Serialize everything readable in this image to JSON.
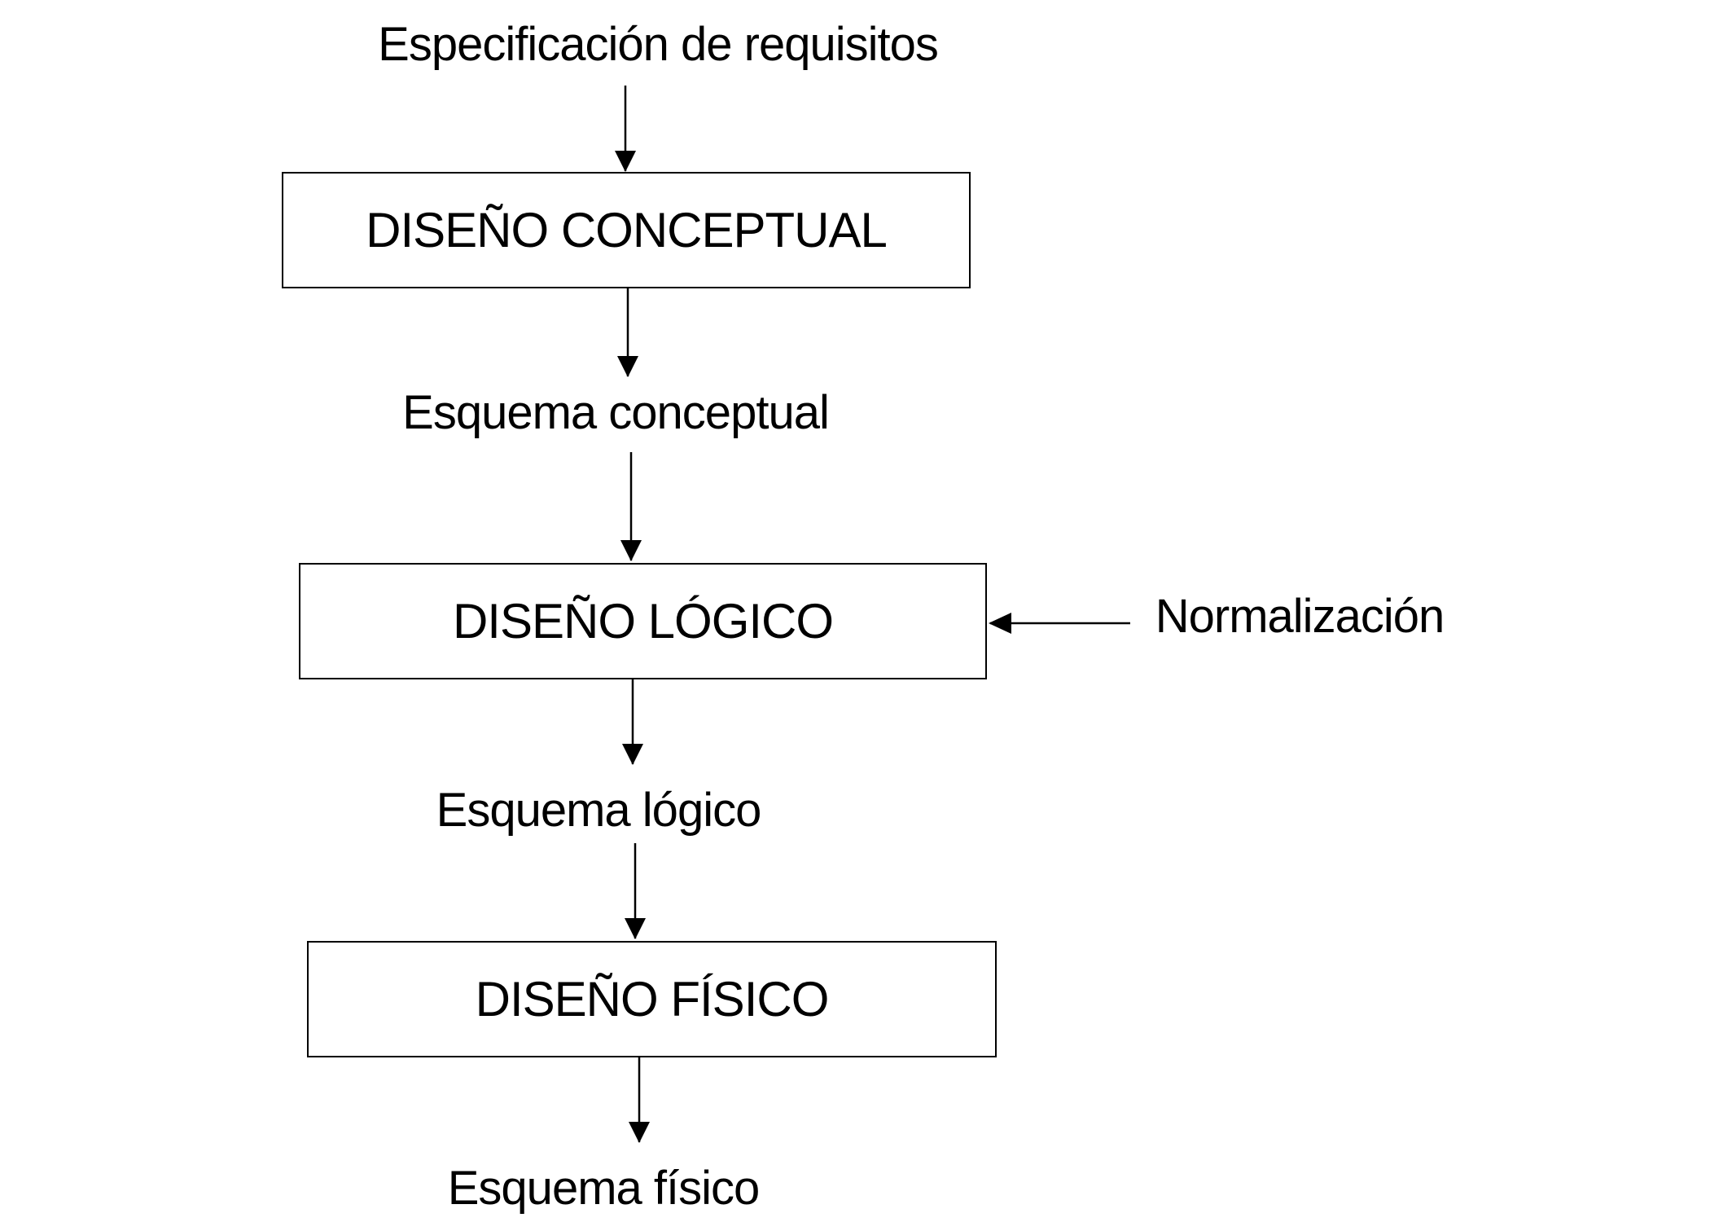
{
  "diagram": {
    "inputs": {
      "top": "Especificación de requisitos",
      "side": "Normalización"
    },
    "stages": [
      {
        "box": "DISEÑO CONCEPTUAL",
        "output": "Esquema conceptual"
      },
      {
        "box": "DISEÑO LÓGICO",
        "output": "Esquema lógico"
      },
      {
        "box": "DISEÑO FÍSICO",
        "output": "Esquema físico"
      }
    ],
    "colors": {
      "stroke": "#000000",
      "background": "#ffffff"
    }
  }
}
